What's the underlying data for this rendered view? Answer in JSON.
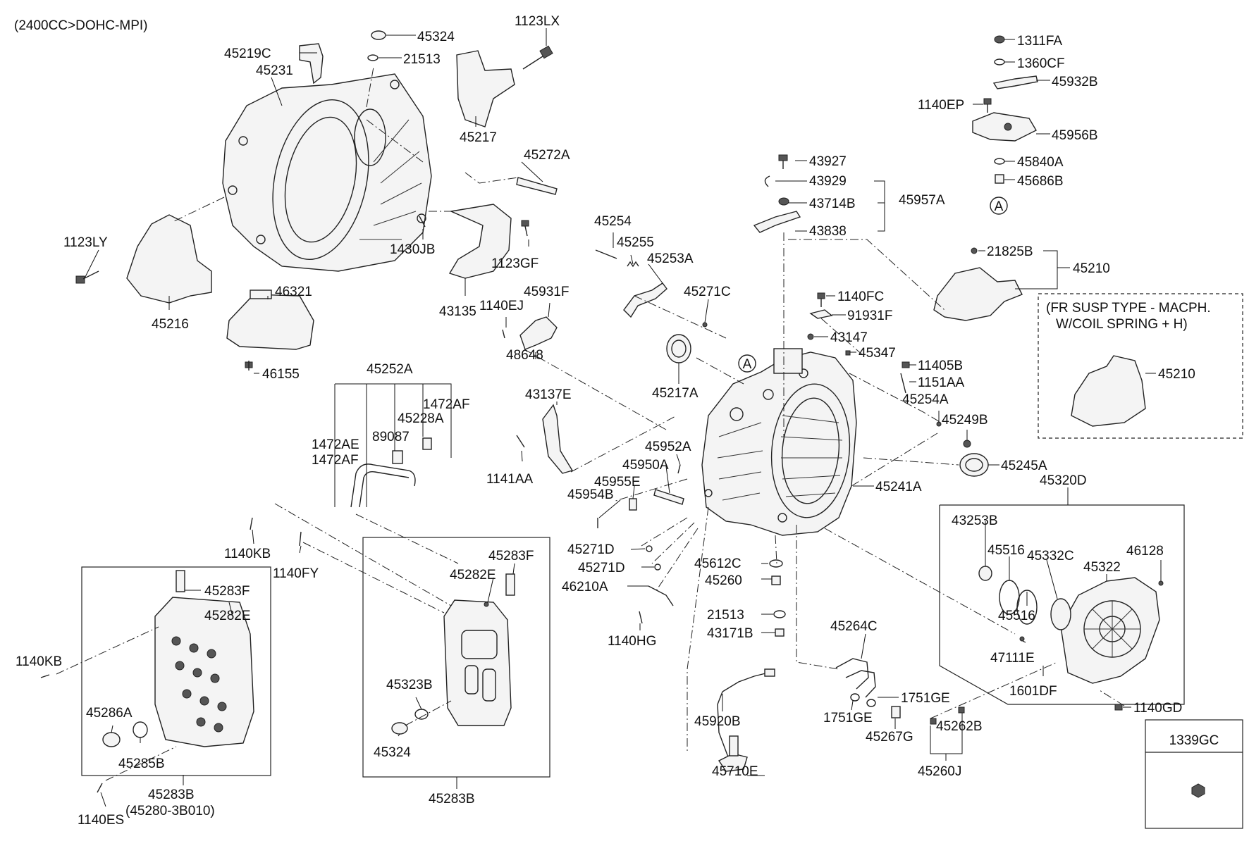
{
  "header_note": "(2400CC>DOHC-MPI)",
  "fr_susp_note_line1": "(FR SUSP TYPE - MACPH.",
  "fr_susp_note_line2": "W/COIL SPRING + H)",
  "ref_mark": "A",
  "legend_box_label": "1339GC",
  "parts": {
    "p45324a": "45324",
    "p21513a": "21513",
    "p1123LX": "1123LX",
    "p45219C": "45219C",
    "p45231": "45231",
    "p45217": "45217",
    "p45272A": "45272A",
    "p1123LY": "1123LY",
    "p45216": "45216",
    "p1430JB": "1430JB",
    "p1123GF": "1123GF",
    "p43135": "43135",
    "p46321": "46321",
    "p46155": "46155",
    "p45254": "45254",
    "p45255": "45255",
    "p45253A": "45253A",
    "p45271C": "45271C",
    "p1140EJ": "1140EJ",
    "p45931F": "45931F",
    "p48648": "48648",
    "p43137E": "43137E",
    "p1141AA": "1141AA",
    "p45217A": "45217A",
    "p45252A": "45252A",
    "p1472AFa": "1472AF",
    "p45228A": "45228A",
    "p89087": "89087",
    "p1472AE": "1472AE",
    "p1472AFb": "1472AF",
    "p43927": "43927",
    "p43929": "43929",
    "p43714B": "43714B",
    "p43838": "43838",
    "p45957A": "45957A",
    "p1311FA": "1311FA",
    "p1360CF": "1360CF",
    "p45932B": "45932B",
    "p1140EP": "1140EP",
    "p45956B": "45956B",
    "p45840A": "45840A",
    "p45686B": "45686B",
    "p21825B": "21825B",
    "p45210a": "45210",
    "p45210b": "45210",
    "p1140FC": "1140FC",
    "p91931F": "91931F",
    "p43147": "43147",
    "p45347": "45347",
    "p11405B": "11405B",
    "p1151AA": "1151AA",
    "p45254A": "45254A",
    "p45249B": "45249B",
    "p45245A": "45245A",
    "p45241A": "45241A",
    "p45952A": "45952A",
    "p45950A": "45950A",
    "p45955E": "45955E",
    "p45954B": "45954B",
    "p45271Da": "45271D",
    "p45271Db": "45271D",
    "p46210A": "46210A",
    "p1140HG": "1140HG",
    "p45612C": "45612C",
    "p45260": "45260",
    "p21513b": "21513",
    "p43171B": "43171B",
    "p45320D": "45320D",
    "p43253B": "43253B",
    "p45516a": "45516",
    "p45332C": "45332C",
    "p45322": "45322",
    "p46128": "46128",
    "p45516b": "45516",
    "p47111E": "47111E",
    "p1601DF": "1601DF",
    "p1140GD": "1140GD",
    "p45264C": "45264C",
    "p1751GEa": "1751GE",
    "p1751GEb": "1751GE",
    "p45267G": "45267G",
    "p45262B": "45262B",
    "p45260J": "45260J",
    "p45920B": "45920B",
    "p45710E": "45710E",
    "p1140KBa": "1140KB",
    "p1140FY": "1140FY",
    "p1140KBb": "1140KB",
    "p45283Fa": "45283F",
    "p45282Ea": "45282E",
    "p45286A": "45286A",
    "p45285B": "45285B",
    "p45283Ba": "45283B",
    "p45280": "(45280-3B010)",
    "p1140ES": "1140ES",
    "p45283Fb": "45283F",
    "p45282Eb": "45282E",
    "p45323B": "45323B",
    "p45324b": "45324",
    "p45283Bb": "45283B"
  }
}
